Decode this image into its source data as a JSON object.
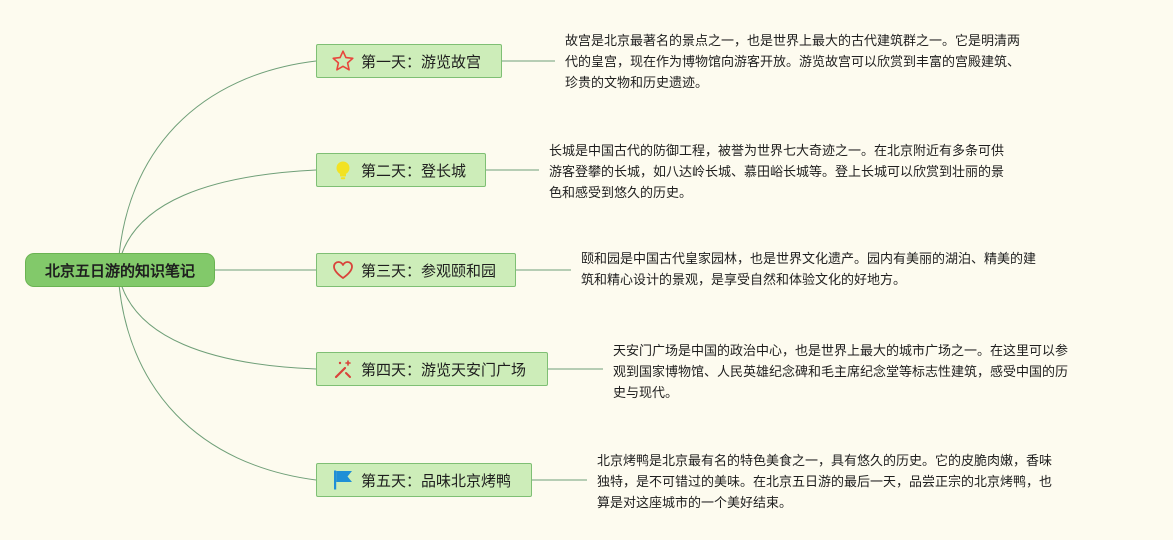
{
  "root": {
    "title": "北京五日游的知识笔记"
  },
  "days": [
    {
      "title": "第一天：游览故宫",
      "icon": "star-outline-icon",
      "lines": [
        "故宫是北京最著名的景点之一，也是世界上最大的古代建筑群之一。它是明清两",
        "代的皇宫，现在作为博物馆向游客开放。游览故宫可以欣赏到丰富的宫殿建筑、",
        "珍贵的文物和历史遗迹。"
      ]
    },
    {
      "title": "第二天：登长城",
      "icon": "lightbulb-icon",
      "lines": [
        "长城是中国古代的防御工程，被誉为世界七大奇迹之一。在北京附近有多条可供",
        "游客登攀的长城，如八达岭长城、慕田峪长城等。登上长城可以欣赏到壮丽的景",
        "色和感受到悠久的历史。"
      ]
    },
    {
      "title": "第三天：参观颐和园",
      "icon": "heart-outline-icon",
      "lines": [
        "颐和园是中国古代皇家园林，也是世界文化遗产。园内有美丽的湖泊、精美的建",
        "筑和精心设计的景观，是享受自然和体验文化的好地方。"
      ]
    },
    {
      "title": "第四天：游览天安门广场",
      "icon": "magic-wand-icon",
      "lines": [
        "天安门广场是中国的政治中心，也是世界上最大的城市广场之一。在这里可以参",
        "观到国家博物馆、人民英雄纪念碑和毛主席纪念堂等标志性建筑，感受中国的历",
        "史与现代。"
      ]
    },
    {
      "title": "第五天：品味北京烤鸭",
      "icon": "flag-icon",
      "lines": [
        "北京烤鸭是北京最有名的特色美食之一，具有悠久的历史。它的皮脆肉嫩，香味",
        "独特，是不可错过的美味。在北京五日游的最后一天，品尝正宗的北京烤鸭，也",
        "算是对这座城市的一个美好结束。"
      ]
    }
  ],
  "colors": {
    "background": "#fdfbef",
    "root_fill": "#82c96a",
    "topic_fill": "#cdedb9",
    "topic_border": "#7fbf74",
    "connector": "#6f9f78",
    "star_icon": "#e8463c",
    "bulb_icon": "#f2e224",
    "heart_icon": "#d9433a",
    "wand_icon": "#d9433a",
    "flag_icon": "#1f8fd6"
  }
}
